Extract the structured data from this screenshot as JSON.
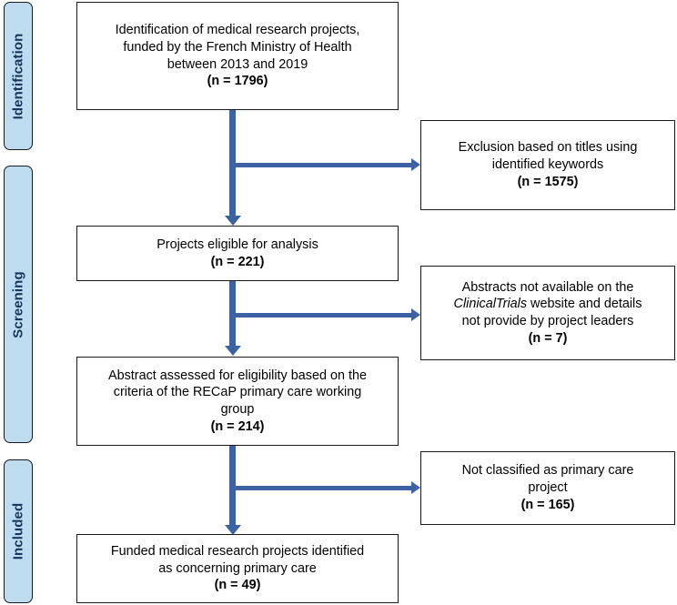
{
  "figure": {
    "type": "prisma-flow-diagram",
    "accent_color": "#3c62a4",
    "stage_fill_color": "#bddcf0",
    "stage_text_color": "#17365d",
    "box_border_color": "#1a1a1a"
  },
  "stages": [
    {
      "label": "Identification"
    },
    {
      "label": "Screening"
    },
    {
      "label": "Included"
    }
  ],
  "flow_boxes": [
    {
      "id": "identification",
      "line1": "Identification of medical research projects,",
      "line2": "funded by the French Ministry of Health",
      "line3": "between 2013 and 2019",
      "count": "(n = 1796)"
    },
    {
      "id": "eligible",
      "line1": "Projects eligible for analysis",
      "count": "(n = 221)"
    },
    {
      "id": "abstract-assessed",
      "line1": "Abstract assessed for eligibility based on the",
      "line2": "criteria of the RECaP primary care working",
      "line3": "group",
      "count": "(n = 214)"
    },
    {
      "id": "included",
      "line1": "Funded medical research projects identified",
      "line2": "as concerning primary care",
      "count": "(n = 49)"
    }
  ],
  "exclusion_boxes": [
    {
      "id": "excluded-titles",
      "line1": "Exclusion based on titles using",
      "line2": "identified keywords",
      "count": "(n = 1575)"
    },
    {
      "id": "excluded-abstracts",
      "pre": "Abstracts not available on the",
      "italic": "ClinicalTrials",
      "post": " website and details",
      "line3": "not provide by project leaders",
      "count": "(n = 7)"
    },
    {
      "id": "excluded-not-primary-care",
      "line1": "Not classified as primary care",
      "line2": "project",
      "count": "(n = 165)"
    }
  ],
  "chart_data": {
    "type": "table",
    "title": "PRISMA flow of medical research project selection",
    "stages": [
      "Identification",
      "Screening",
      "Included"
    ],
    "records": [
      {
        "step": "Identification of medical research projects, funded by the French Ministry of Health between 2013 and 2019",
        "n": 1796
      },
      {
        "step": "Exclusion based on titles using identified keywords",
        "n": 1575
      },
      {
        "step": "Projects eligible for analysis",
        "n": 221
      },
      {
        "step": "Abstracts not available on the ClinicalTrials website and details not provide by project leaders",
        "n": 7
      },
      {
        "step": "Abstract assessed for eligibility based on the criteria of the RECaP primary care working group",
        "n": 214
      },
      {
        "step": "Not classified as primary care project",
        "n": 165
      },
      {
        "step": "Funded medical research projects identified as concerning primary care",
        "n": 49
      }
    ]
  }
}
